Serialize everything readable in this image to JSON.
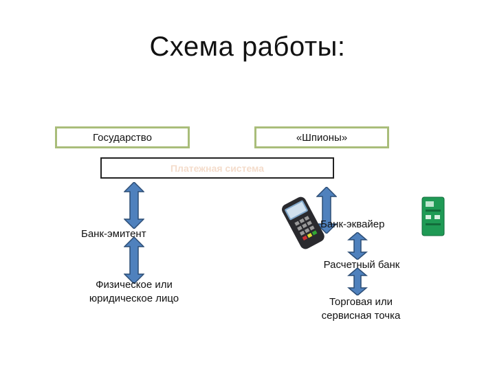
{
  "title": "Схема работы:",
  "boxes": {
    "state": "Государство",
    "spies": "«Шпионы»",
    "payment_system": "Платежная система"
  },
  "labels": {
    "issuer_bank": "Банк-эмитент",
    "person": "Физическое или юридическое лицо",
    "acquirer_bank": "Банк-эквайер",
    "settlement_bank": "Расчетный банк",
    "merchant": "Торговая или сервисная точка"
  },
  "colors": {
    "arrow_fill": "#4f81bd",
    "arrow_stroke": "#2c4d75",
    "box_border": "#a9bd7a",
    "payment_text": "#f4dccb",
    "kiosk": "#1f9a55"
  },
  "icons": [
    "pos-terminal-icon",
    "payment-kiosk-icon"
  ]
}
